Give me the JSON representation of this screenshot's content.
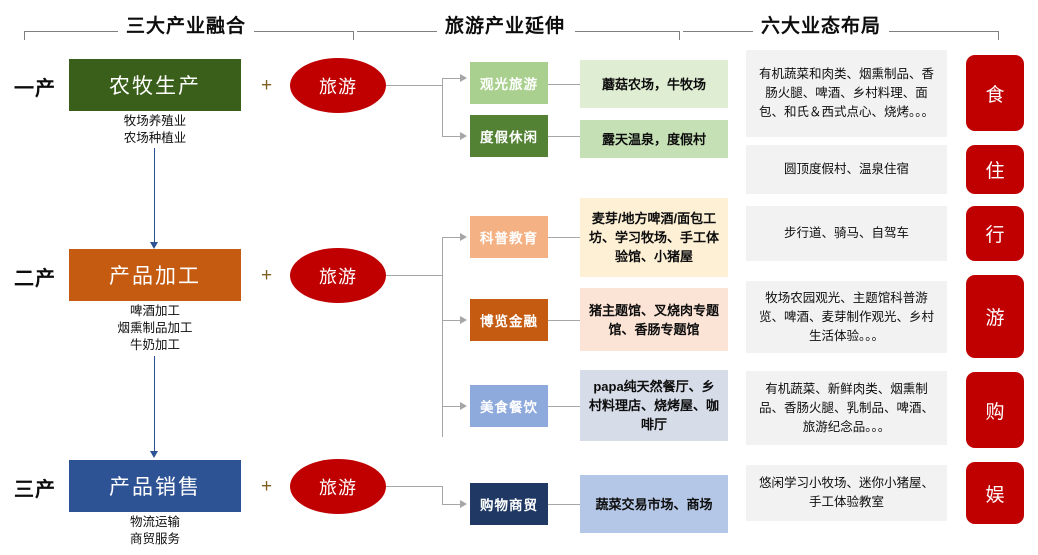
{
  "headers": [
    {
      "title": "三大产业融合"
    },
    {
      "title": "旅游产业延伸"
    },
    {
      "title": "六大业态布局"
    }
  ],
  "tiers": [
    {
      "label": "一产",
      "box_title": "农牧生产",
      "box_color": "#3A5F1B",
      "sub": "牧场养殖业\n农场种植业",
      "plus": "+",
      "ellipse": "旅游"
    },
    {
      "label": "二产",
      "box_title": "产品加工",
      "box_color": "#C55A11",
      "sub": "啤酒加工\n烟熏制品加工\n牛奶加工",
      "plus": "+",
      "ellipse": "旅游"
    },
    {
      "label": "三产",
      "box_title": "产品销售",
      "box_color": "#2E5395",
      "sub": "物流运输\n商贸服务",
      "plus": "+",
      "ellipse": "旅游"
    }
  ],
  "branches": [
    {
      "chip": "观光旅游",
      "chip_bg": "#A9D08E",
      "chip_fg": "#ffffff",
      "detail": "蘑菇农场，牛牧场",
      "detail_bg": "#DFEDD3"
    },
    {
      "chip": "度假休闲",
      "chip_bg": "#548235",
      "chip_fg": "#ffffff",
      "detail": "露天温泉，度假村",
      "detail_bg": "#C5E0B4"
    },
    {
      "chip": "科普教育",
      "chip_bg": "#F4B183",
      "chip_fg": "#ffffff",
      "detail": "麦芽/地方啤酒/面包工坊、学习牧场、手工体验馆、小猪屋",
      "detail_bg": "#FDF0D5"
    },
    {
      "chip": "博览金融",
      "chip_bg": "#C55A11",
      "chip_fg": "#ffffff",
      "detail": "猪主题馆、叉烧肉专题馆、香肠专题馆",
      "detail_bg": "#FBE3D5"
    },
    {
      "chip": "美食餐饮",
      "chip_bg": "#8EA9DB",
      "chip_fg": "#ffffff",
      "detail": "papa纯天然餐厅、乡村料理店、烧烤屋、咖啡厅",
      "detail_bg": "#D6DCE8"
    },
    {
      "chip": "购物商贸",
      "chip_bg": "#1F3864",
      "chip_fg": "#ffffff",
      "detail": "蔬菜交易市场、商场",
      "detail_bg": "#B4C7E7"
    }
  ],
  "formats": [
    {
      "text": "有机蔬菜和肉类、烟熏制品、香肠火腿、啤酒、乡村料理、面包、和氏＆西式点心、烧烤。。。",
      "badge": "食"
    },
    {
      "text": "圆顶度假村、温泉住宿",
      "badge": "住"
    },
    {
      "text": "步行道、骑马、自驾车",
      "badge": "行"
    },
    {
      "text": "牧场农园观光、主题馆科普游览、啤酒、麦芽制作观光、乡村生活体验。。。",
      "badge": "游"
    },
    {
      "text": "有机蔬菜、新鲜肉类、烟熏制品、香肠火腿、乳制品、啤酒、旅游纪念品。。。",
      "badge": "购"
    },
    {
      "text": "悠闲学习小牧场、迷你小猪屋、手工体验教室",
      "badge": "娱"
    }
  ],
  "colors": {
    "brand_red": "#C00000",
    "connector_gray": "#A6A6A6",
    "card_gray": "#F2F2F2",
    "flow_blue": "#2E5395"
  }
}
